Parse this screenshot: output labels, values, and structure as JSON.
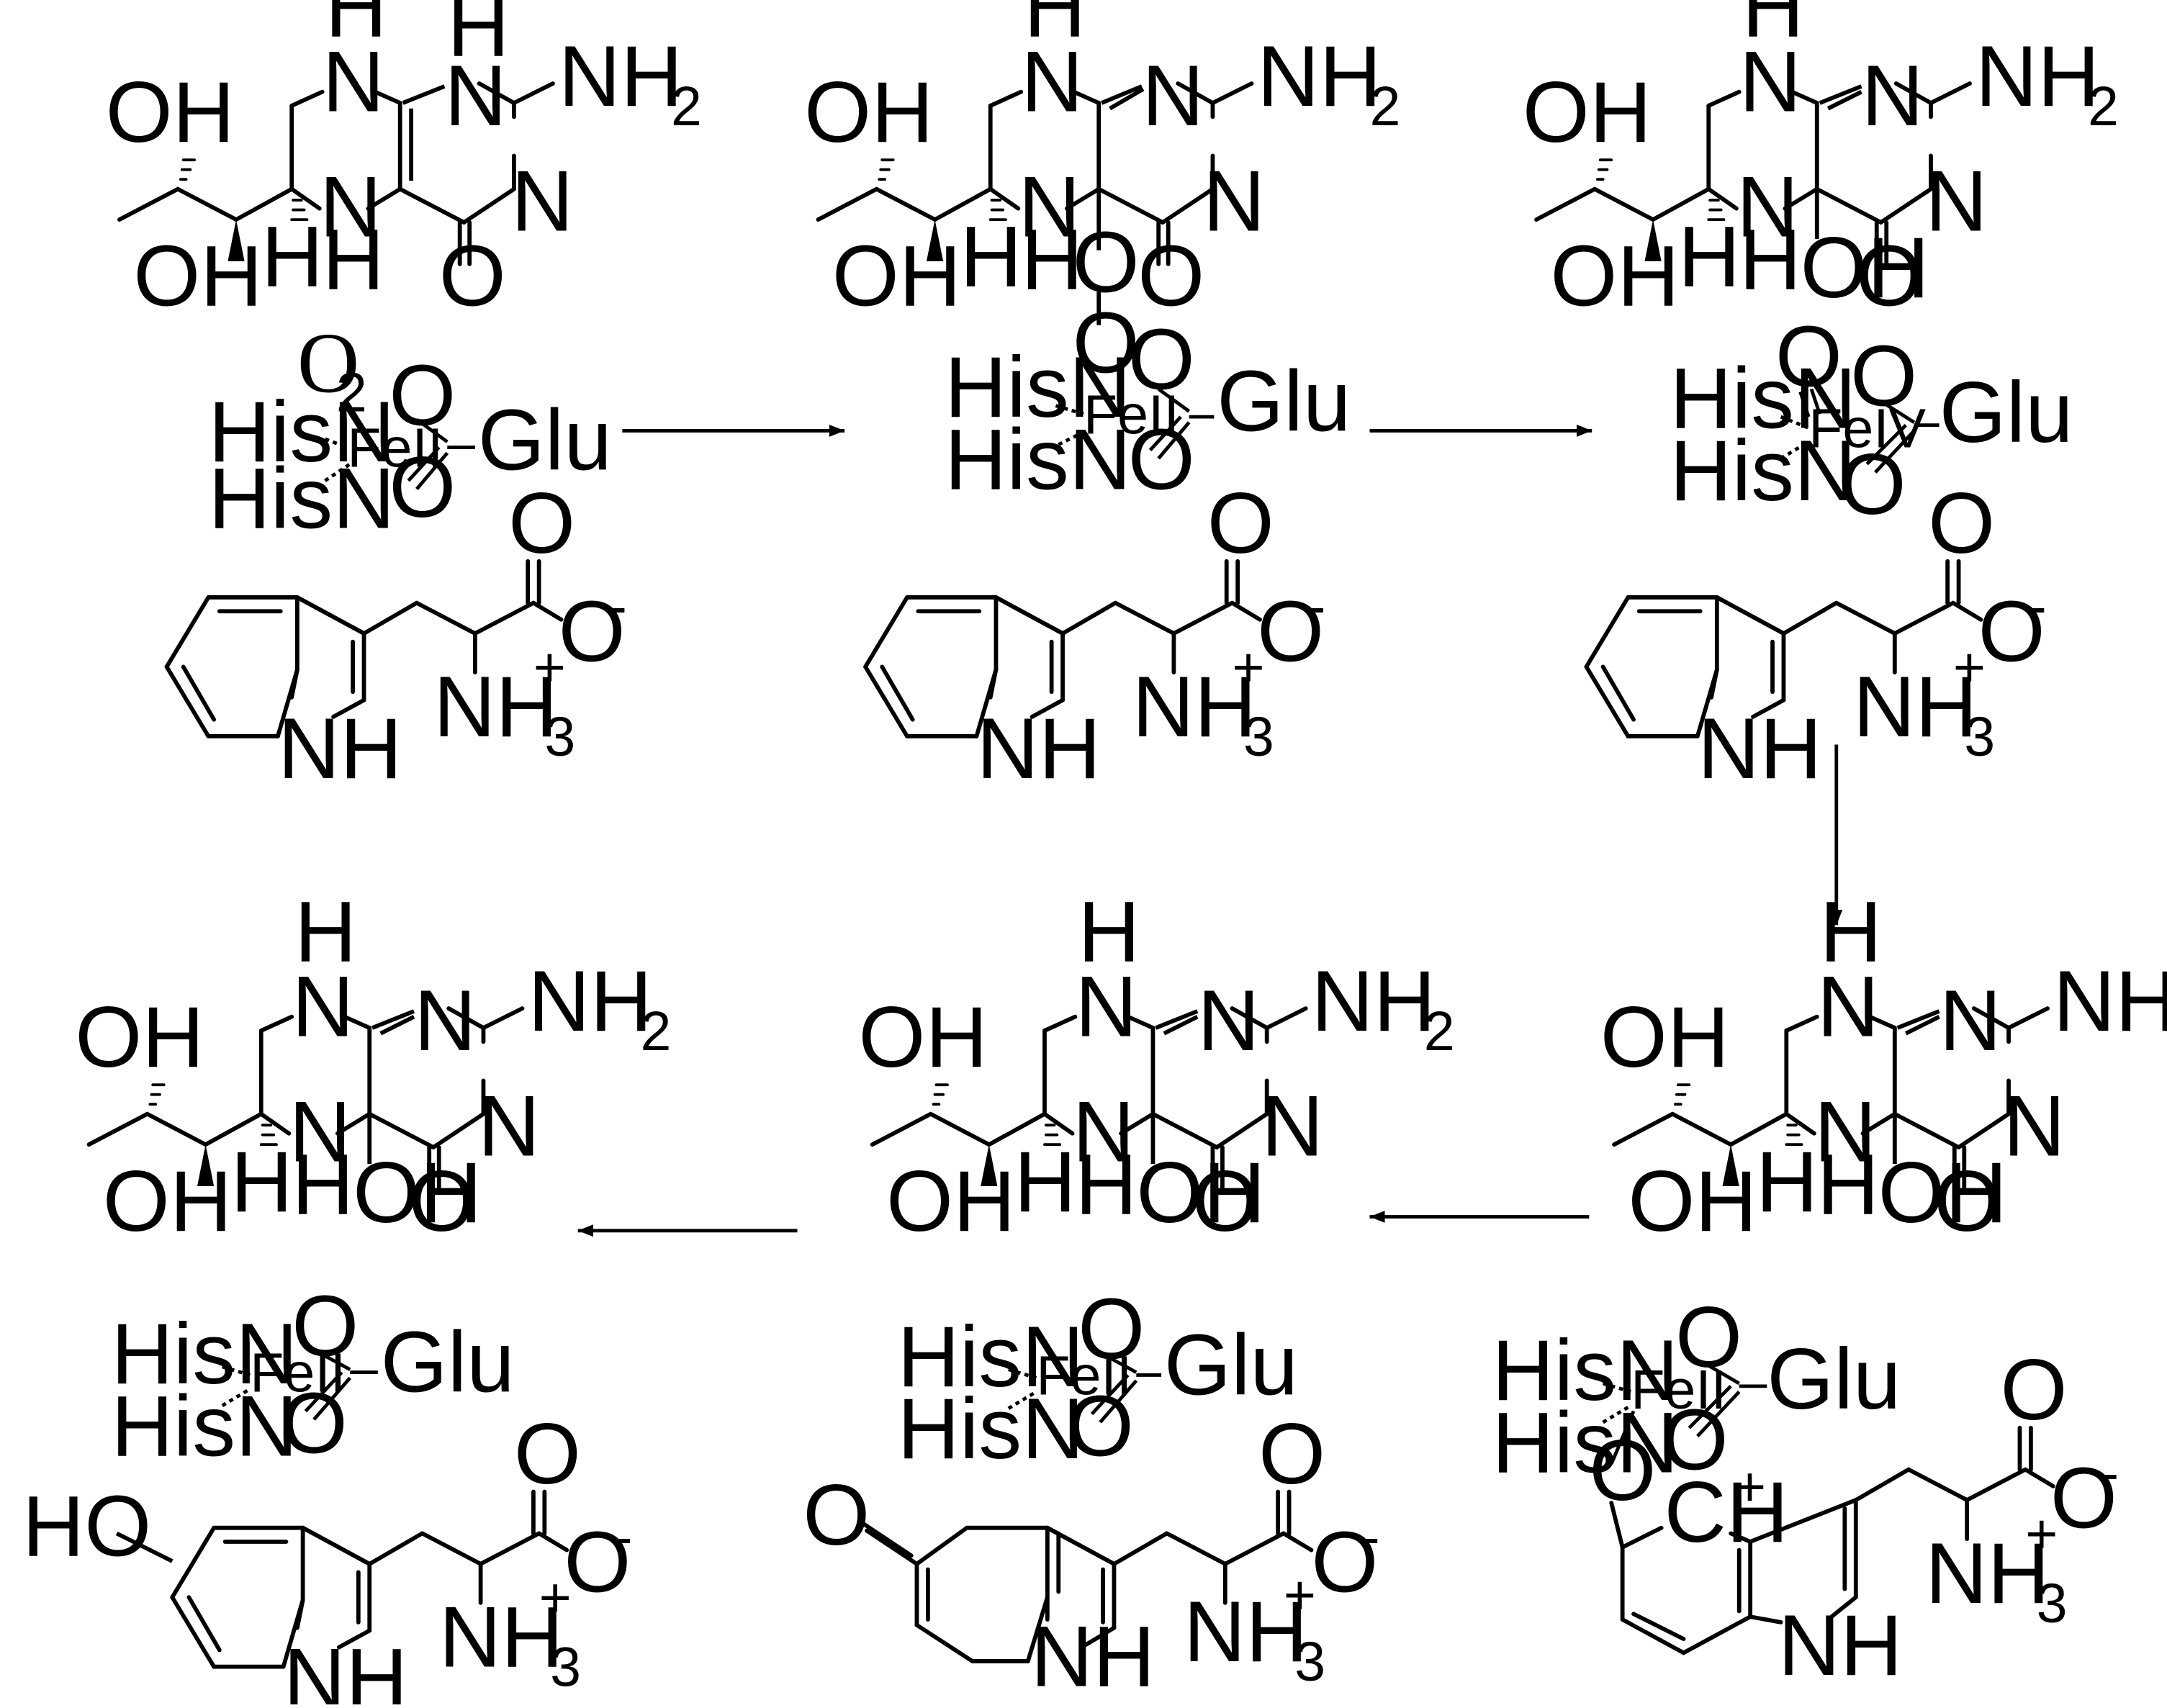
{
  "labels": {
    "OH": "OH",
    "H": "H",
    "N": "N",
    "NH": "NH",
    "NH2_main": "NH",
    "NH2_sub": "2",
    "NH3_main": "NH",
    "NH3_sub": "3",
    "plus": "+",
    "minus": "-",
    "O": "O",
    "O2_main": "O",
    "O2_sub": "2",
    "HisN": "HisN",
    "Glu": "Glu",
    "FeII": "FeII",
    "FeIV": "FeIV",
    "HO": "HO",
    "CH": "CH"
  },
  "arrows": [
    {
      "id": "step-1",
      "direction": "right"
    },
    {
      "id": "step-2",
      "direction": "right"
    },
    {
      "id": "step-3",
      "direction": "down"
    },
    {
      "id": "step-4",
      "direction": "left"
    },
    {
      "id": "step-5",
      "direction": "left"
    }
  ]
}
